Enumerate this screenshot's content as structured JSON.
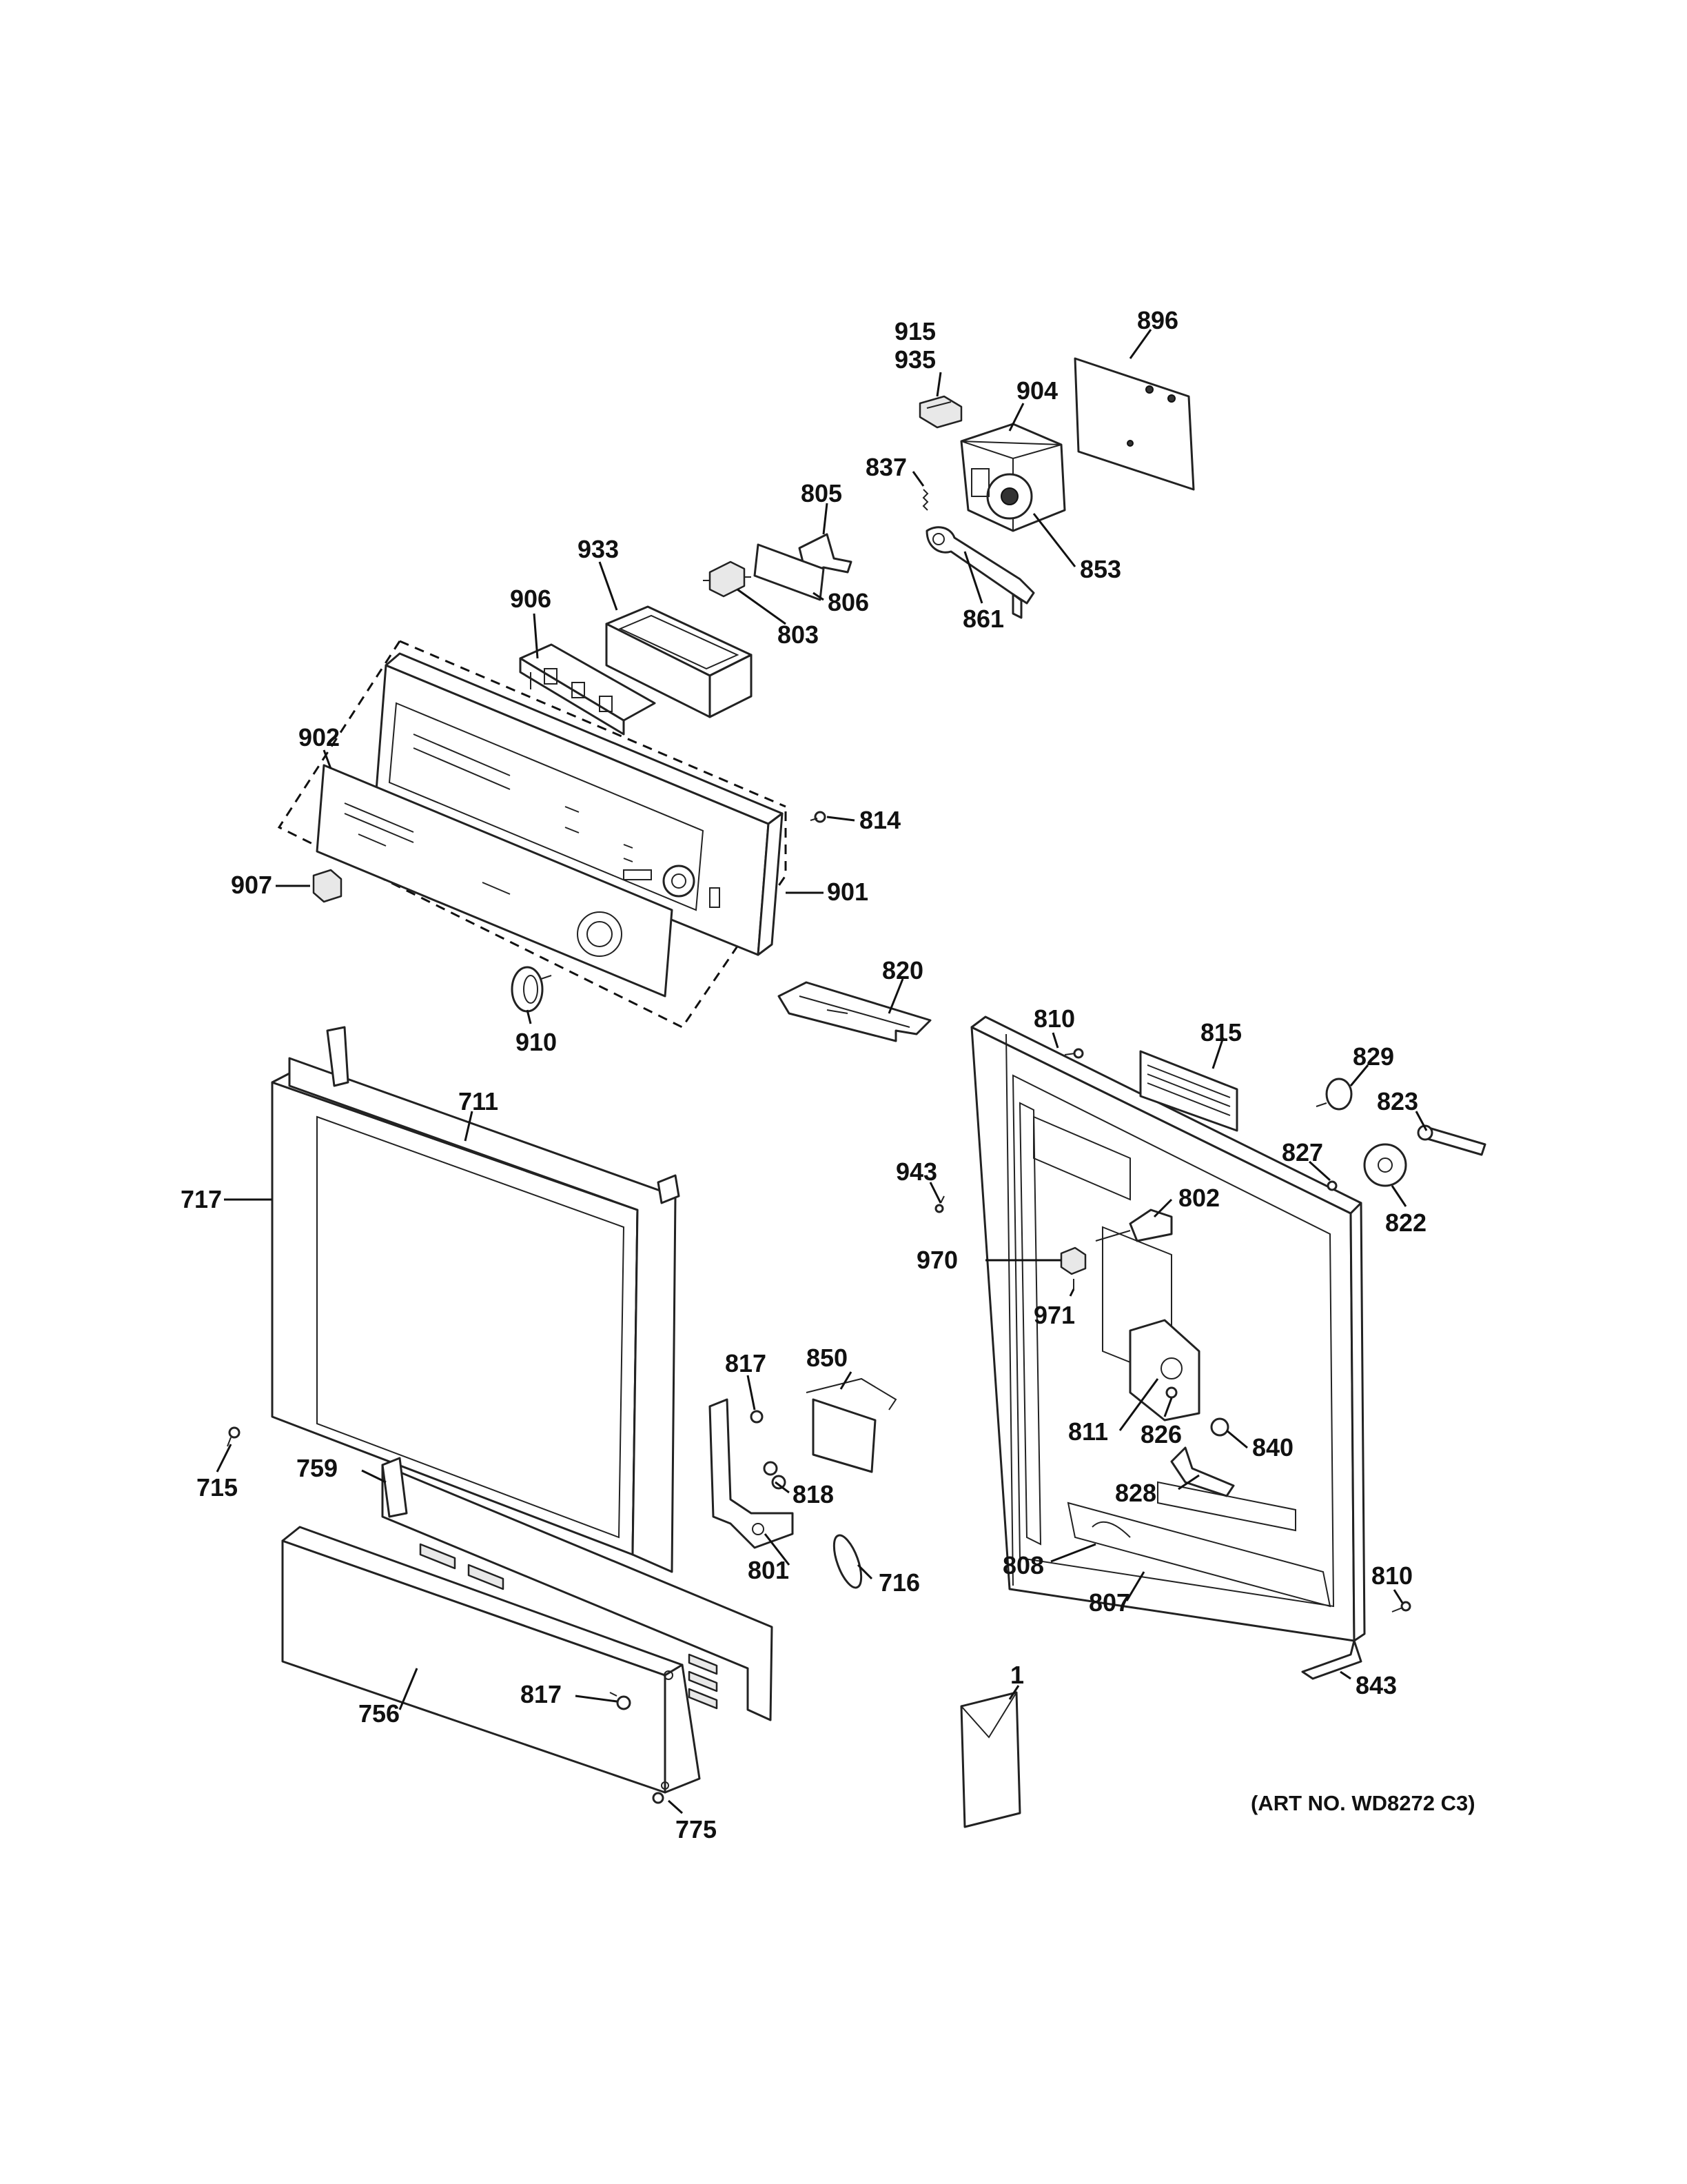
{
  "labels": {
    "l915": "915",
    "l935": "935",
    "l896": "896",
    "l904": "904",
    "l837": "837",
    "l805": "805",
    "l853": "853",
    "l933": "933",
    "l806": "806",
    "l803": "803",
    "l861": "861",
    "l906": "906",
    "l902": "902",
    "l814": "814",
    "l907": "907",
    "l901": "901",
    "l820": "820",
    "l910": "910",
    "l810a": "810",
    "l815": "815",
    "l829": "829",
    "l711": "711",
    "l823": "823",
    "l827": "827",
    "l717": "717",
    "l943": "943",
    "l802": "802",
    "l822": "822",
    "l970": "970",
    "l971": "971",
    "l817a": "817",
    "l850": "850",
    "l811": "811",
    "l715": "715",
    "l826": "826",
    "l840": "840",
    "l759": "759",
    "l818": "818",
    "l828": "828",
    "l801": "801",
    "l716": "716",
    "l808": "808",
    "l810b": "810",
    "l807": "807",
    "l1": "1",
    "l817b": "817",
    "l843": "843",
    "l756": "756",
    "l775": "775"
  },
  "art_number": "(ART NO. WD8272 C3)"
}
